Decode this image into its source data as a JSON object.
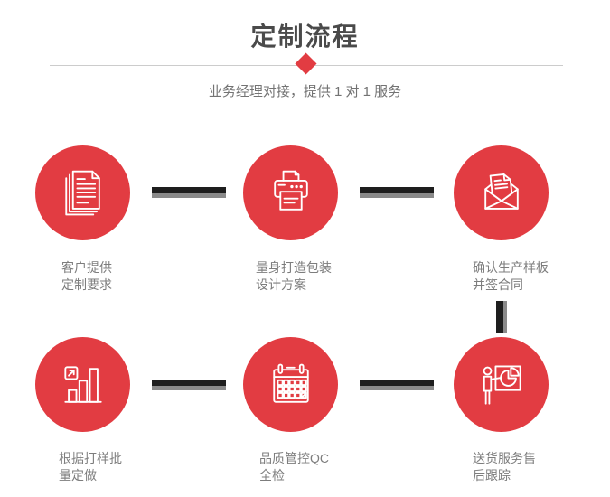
{
  "page": {
    "title": "定制流程",
    "subtitle": "业务经理对接，提供 1 对 1 服务"
  },
  "colors": {
    "accent_red": "#e23c42",
    "title_text": "#4a4a4a",
    "body_text": "#7d7d7d",
    "divider_line": "#cccccc",
    "connector_black": "#1e1e1e",
    "connector_gray": "#8a8a8a",
    "background": "#ffffff"
  },
  "steps": [
    {
      "icon": "stacked-documents-icon",
      "label_line1": "客户提供",
      "label_line2": "定制要求"
    },
    {
      "icon": "printer-icon",
      "label_line1": "量身打造包装",
      "label_line2": "设计方案"
    },
    {
      "icon": "open-envelope-letter-icon",
      "label_line1": "确认生产样板",
      "label_line2": "并签合同"
    },
    {
      "icon": "growth-bar-chart-icon",
      "label_line1": "根据打样批",
      "label_line2": "量定做"
    },
    {
      "icon": "calendar-icon",
      "label_line1": "品质管控QC",
      "label_line2": "全检"
    },
    {
      "icon": "presentation-pie-chart-icon",
      "label_line1": "送货服务售",
      "label_line2": "后跟踪"
    }
  ]
}
